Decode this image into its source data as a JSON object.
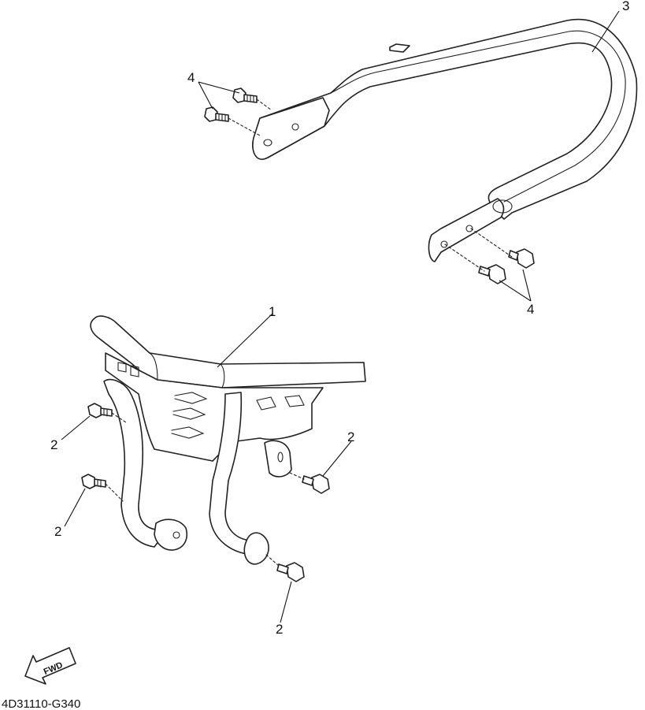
{
  "callouts": {
    "front_guard": "1",
    "bolt_front": "2",
    "rear_guard": "3",
    "bolt_rear": "4"
  },
  "direction_label": "FWD",
  "diagram_code": "4D31110-G340"
}
